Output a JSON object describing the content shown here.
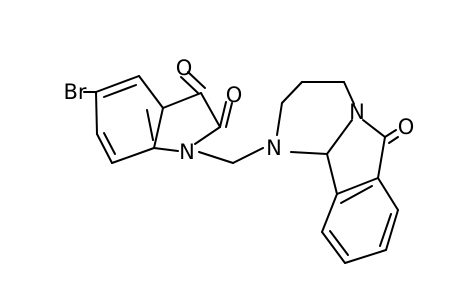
{
  "molecule": {
    "atoms": [
      {
        "id": "br",
        "label": "Br"
      },
      {
        "id": "o1",
        "label": "O"
      },
      {
        "id": "o2",
        "label": "O"
      },
      {
        "id": "n1",
        "label": "N"
      },
      {
        "id": "n2",
        "label": "N"
      },
      {
        "id": "n3",
        "label": "N"
      },
      {
        "id": "o3",
        "label": "O"
      }
    ]
  },
  "colors": {
    "bond": "#000000",
    "background": "#ffffff"
  }
}
